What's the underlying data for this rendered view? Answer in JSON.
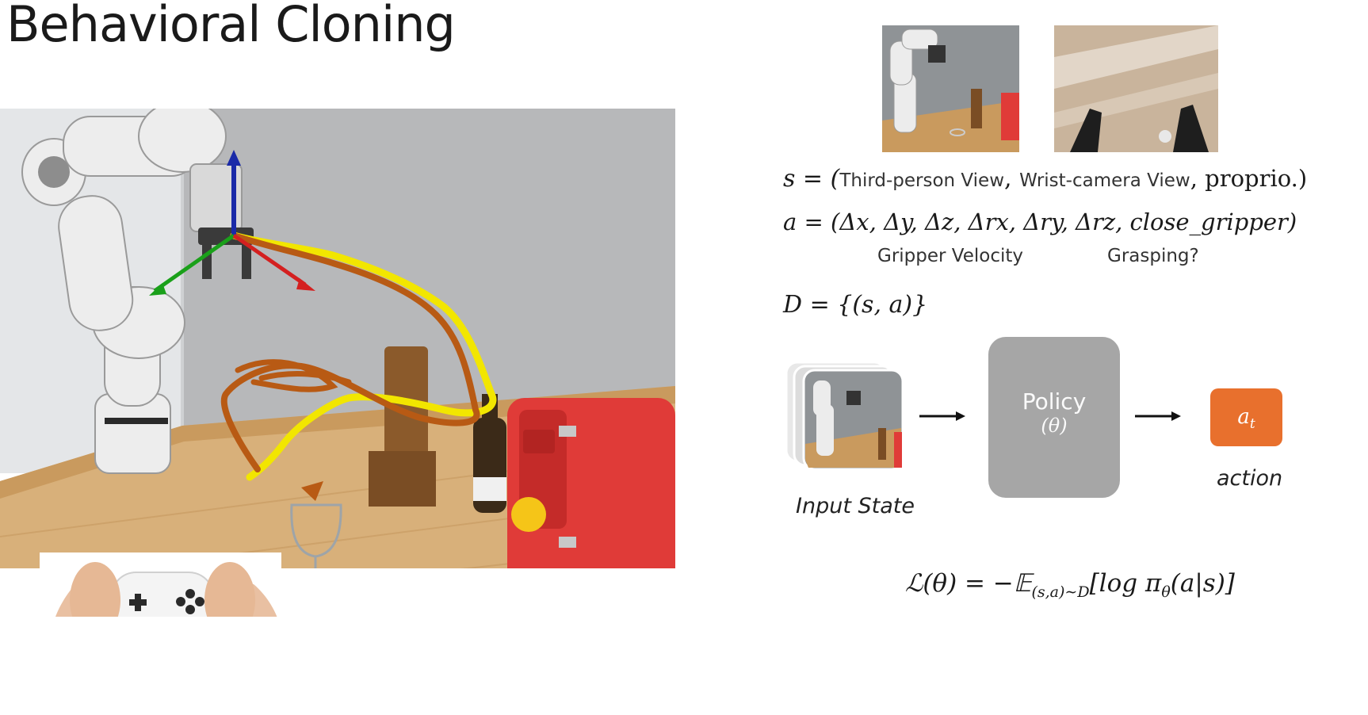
{
  "slide": {
    "title": "Behavioral Cloning"
  },
  "state_equation": {
    "lhs": "s = (",
    "third_person_label": "Third-person View",
    "comma": ",",
    "wrist_label": "Wrist-camera View",
    "proprio": ", proprio.)"
  },
  "action_equation": {
    "text": "a = (Δx, Δy, Δz, Δrx, Δry, Δrz, close_gripper)",
    "gripper_velocity_label": "Gripper Velocity",
    "grasping_label": "Grasping?"
  },
  "dataset_equation": {
    "text": "D = {(s, a)}"
  },
  "pipeline": {
    "input_label": "Input State",
    "policy_label": "Policy",
    "policy_param": "(θ)",
    "action_symbol": "a",
    "action_subscript": "t",
    "action_label": "action",
    "action_color": "#e8702d",
    "policy_color": "#a6a6a6"
  },
  "loss_equation": {
    "lhs": "ℒ(θ) = −𝔼",
    "subscript": "(s,a)∼D",
    "rhs": "[log π",
    "pi_sub": "θ",
    "rhs_end": "(a|s)]"
  },
  "trajectory_colors": {
    "yellow": "#f2e600",
    "orange": "#b85a14"
  },
  "axes_colors": {
    "x": "#d42020",
    "y": "#1aa01a",
    "z": "#1a2aa8"
  }
}
